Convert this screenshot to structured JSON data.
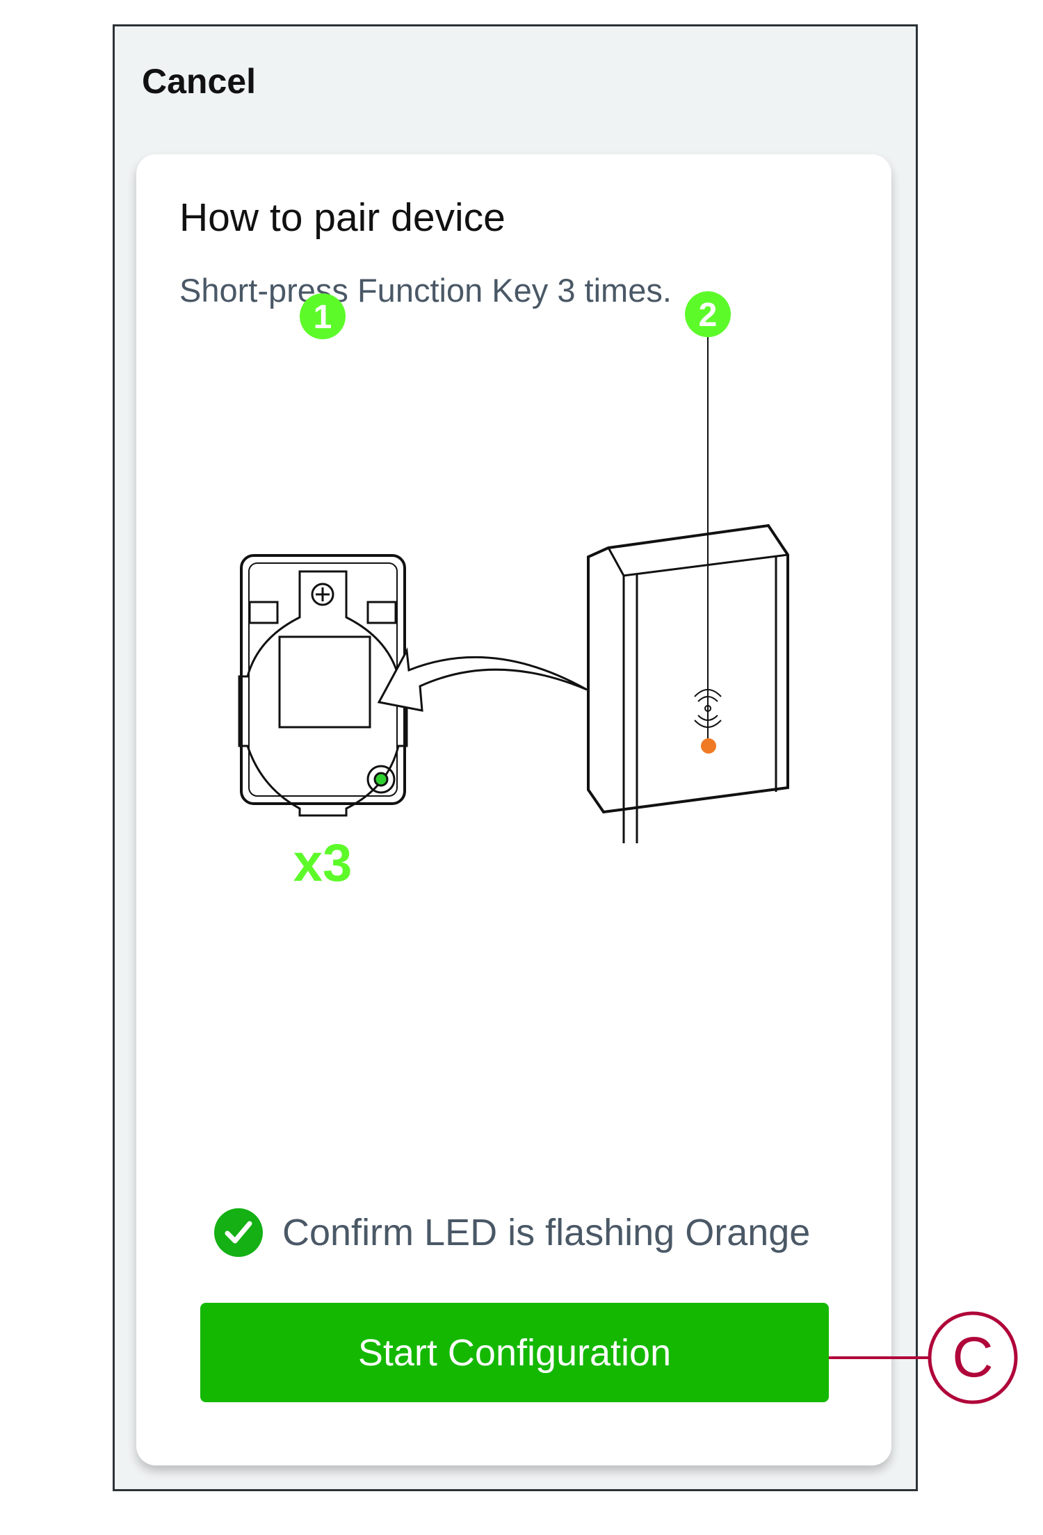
{
  "header": {
    "cancel_label": "Cancel"
  },
  "card": {
    "title": "How to pair device",
    "subtitle": "Short-press Function Key 3 times.",
    "illustration": {
      "step1_badge": "1",
      "step2_badge": "2",
      "press_count": "x3"
    },
    "confirm_text": "Confirm LED is flashing Orange",
    "start_button_label": "Start Configuration"
  },
  "callout": {
    "label": "C"
  },
  "colors": {
    "accent": "#14b800",
    "badge": "#5dfa2a",
    "led_orange": "#f07a23",
    "callout": "#b0063a",
    "text_secondary": "#4a5866"
  }
}
